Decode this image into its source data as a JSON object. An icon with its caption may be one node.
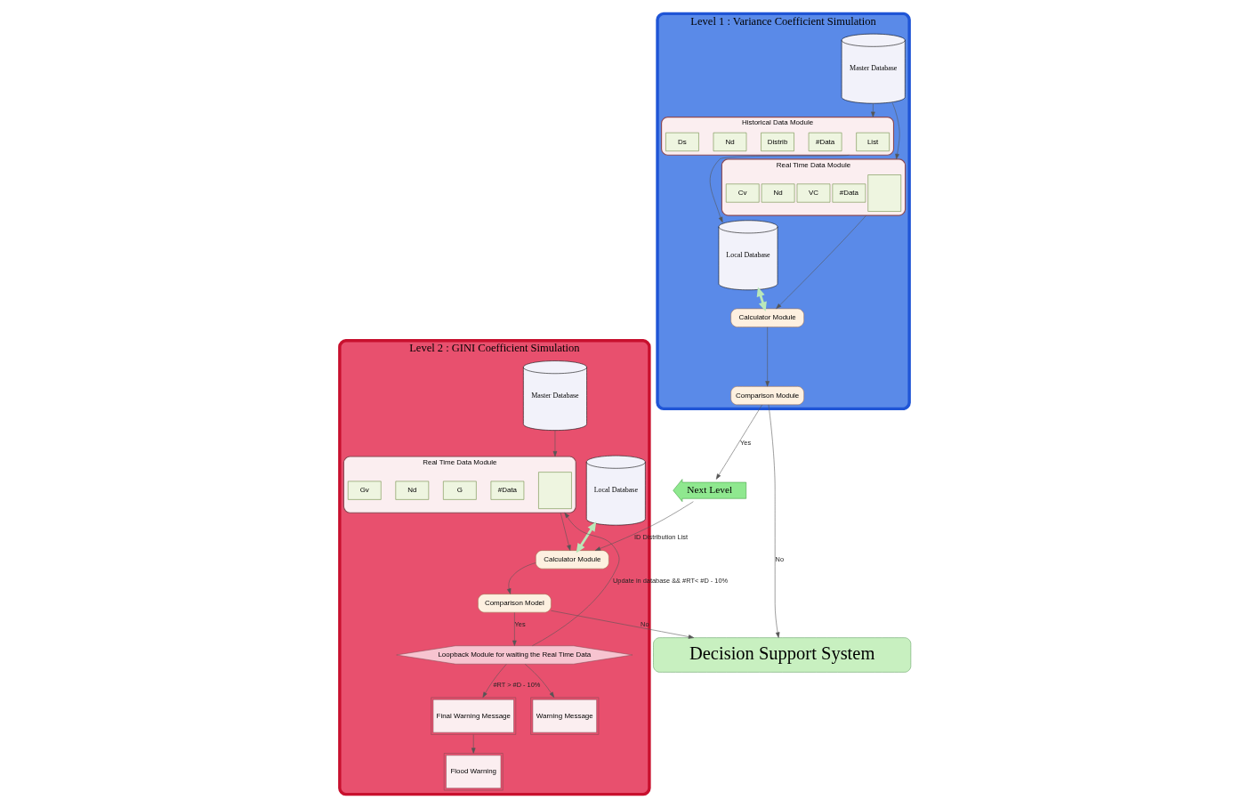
{
  "diagram": {
    "nodes": [
      {
        "text": [
          "Level 2 : GINI Coefficient Simulation"
        ]
      },
      {
        "text": [
          "Local Database"
        ],
        "in": 0
      },
      {
        "text": [
          "Real Time Data Module"
        ],
        "in": 0
      },
      {
        "text": [],
        "shape": "box",
        "in": 2
      },
      {
        "text": [
          "#Data"
        ],
        "in": 2
      },
      {
        "text": [
          "G"
        ],
        "in": 2
      },
      {
        "text": [
          "Nd"
        ],
        "in": 2
      },
      {
        "text": [
          "Gv"
        ],
        "in": 2
      },
      {
        "text": [
          "Calculator Module"
        ],
        "in": 0
      },
      {
        "text": [
          "Comparison Model"
        ],
        "in": 0
      },
      {
        "text": [
          "Loopback Module for waiting the Real Time Data"
        ],
        "in": 0
      },
      {
        "text": [
          "Final Warning Message"
        ],
        "in": 0
      },
      {
        "text": [
          "Warning Message"
        ],
        "in": 0
      },
      {
        "text": [
          "Flood Warning"
        ],
        "in": 0
      },
      {
        "text": [
          "Master Database"
        ],
        "in": 0
      },
      {
        "text": [
          "Next Level"
        ]
      },
      {
        "text": [
          "Level 1 : Variance Coefficient Simulation"
        ]
      },
      {
        "text": [
          "Local Database"
        ],
        "in": 16
      },
      {
        "text": [
          "Historical Data Module"
        ],
        "in": 16
      },
      {
        "text": [
          "List"
        ],
        "in": 18
      },
      {
        "text": [
          "#Data"
        ],
        "in": 18
      },
      {
        "text": [
          "Distrib"
        ],
        "in": 18
      },
      {
        "text": [
          "Nd"
        ],
        "in": 18
      },
      {
        "text": [
          "Ds"
        ],
        "in": 18
      },
      {
        "text": [
          "Real Time Data Module"
        ],
        "in": 16
      },
      {
        "text": [],
        "shape": "box",
        "in": 24
      },
      {
        "text": [
          "#Data"
        ],
        "in": 24
      },
      {
        "text": [
          "VC"
        ],
        "in": 24
      },
      {
        "text": [
          "Nd"
        ],
        "in": 24
      },
      {
        "text": [
          "Cv"
        ],
        "in": 24
      },
      {
        "text": [
          "Calculator Module"
        ],
        "in": 16
      },
      {
        "text": [
          "Comparison Module"
        ],
        "in": 16
      },
      {
        "text": [
          "Master Database"
        ],
        "in": 16
      },
      {
        "text": [
          "Decision Support System"
        ]
      }
    ],
    "edges": [
      {
        "from": 1,
        "to": 8,
        "arrow": "both",
        "style": "thick",
        "color": "#b9e8b9"
      },
      {
        "from": 10,
        "to": 2,
        "arrow": "to",
        "label": "Update in database && #RT< #D - 10%"
      },
      {
        "from": 15,
        "to": 8,
        "arrow": "to",
        "label": "ID Distribution List"
      },
      {
        "from": 2,
        "to": 8,
        "arrow": "to"
      },
      {
        "from": 8,
        "to": 9,
        "arrow": "to"
      },
      {
        "from": 9,
        "to": 10,
        "arrow": "to",
        "label": "Yes"
      },
      {
        "from": 9,
        "to": 33,
        "arrow": "to",
        "label": "No"
      },
      {
        "from": 10,
        "to": 11,
        "arrow": "to",
        "label": "#RT > #D - 10%"
      },
      {
        "from": 10,
        "to": 12,
        "arrow": "to"
      },
      {
        "from": 11,
        "to": 13,
        "arrow": "to"
      },
      {
        "from": 14,
        "to": 2,
        "arrow": "to"
      },
      {
        "from": 18,
        "to": 17,
        "arrow": "to"
      },
      {
        "from": 17,
        "to": 30,
        "arrow": "both",
        "style": "thick",
        "color": "#b9e8b9"
      },
      {
        "from": 24,
        "to": 30,
        "arrow": "to"
      },
      {
        "from": 30,
        "to": 31,
        "arrow": "to"
      },
      {
        "from": 31,
        "to": 15,
        "arrow": "to",
        "label": "Yes"
      },
      {
        "from": 31,
        "to": 33,
        "arrow": "to",
        "label": "No"
      },
      {
        "from": 32,
        "to": 24,
        "arrow": "to"
      },
      {
        "from": 32,
        "to": 18,
        "arrow": "to"
      }
    ]
  }
}
